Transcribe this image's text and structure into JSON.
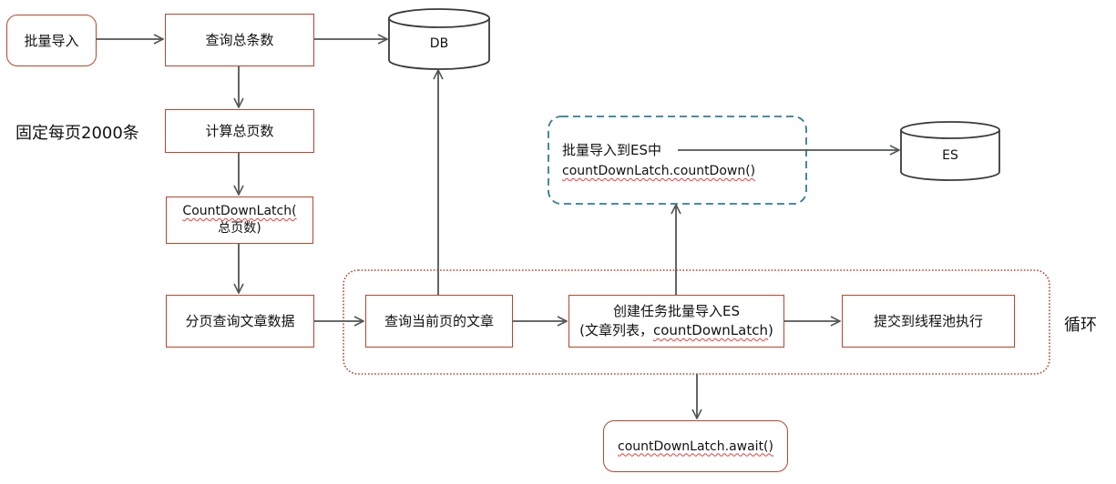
{
  "colors": {
    "box_border": "#b5472b",
    "arrow": "#505556",
    "loop_border": "#b5472b",
    "es_group_border": "#2e7d95",
    "cylinder_stroke": "#3a3a3a"
  },
  "nodes": {
    "batch_import": "批量导入",
    "query_total": "查询总条数",
    "calc_pages": "计算总页数",
    "countdown_create_line1": "CountDownLatch(",
    "countdown_create_line2": "总页数)",
    "page_query": "分页查询文章数据",
    "query_current_page": "查询当前页的文章",
    "create_task_line1": "创建任务批量导入ES",
    "create_task_line2_prefix": "(文章列表，",
    "create_task_line2_code": "countDownLatch",
    "create_task_line2_suffix": ")",
    "submit_pool": "提交到线程池执行",
    "await": "countDownLatch.await()"
  },
  "es_group": {
    "line1": "批量导入到ES中",
    "line2": "countDownLatch.countDown()"
  },
  "databases": {
    "db": "DB",
    "es": "ES"
  },
  "annotations": {
    "page_size_note": "固定每页2000条",
    "loop_label": "循环"
  }
}
